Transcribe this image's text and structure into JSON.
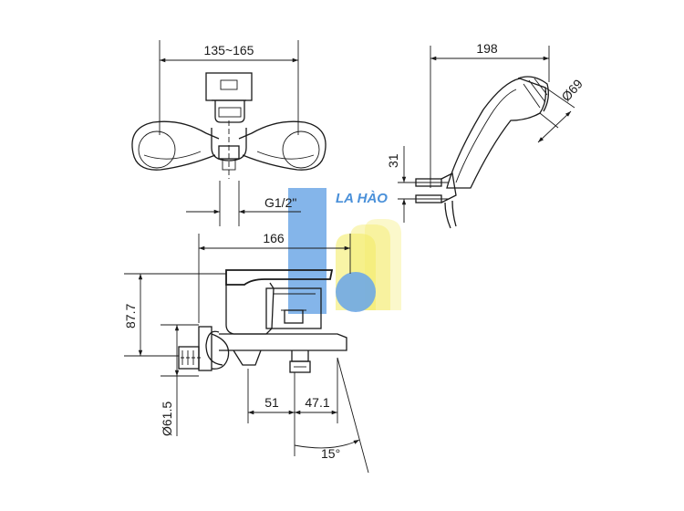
{
  "dimensions": {
    "top_width": "135~165",
    "thread": "G1/2\"",
    "length": "166",
    "height": "87.7",
    "diameter_inlet": "Ø61.5",
    "offset_a": "51",
    "offset_b": "47.1",
    "angle": "15°",
    "shower_length": "198",
    "shower_head_diameter": "Ø69",
    "holder_height": "31"
  },
  "watermark": {
    "text": "LA HÀO",
    "blue": "#6fa8e6",
    "yellow": "#f3ec6a"
  },
  "colors": {
    "ink": "#1a1a1a"
  }
}
